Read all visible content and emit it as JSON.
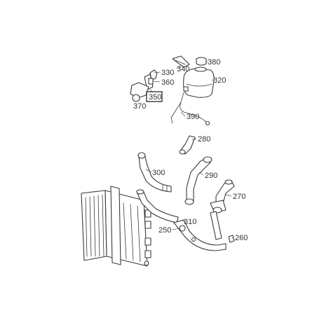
{
  "highlight_color": "#1a73c8",
  "highlighted_part": "350",
  "callouts": {
    "c380": "380",
    "c340": "340",
    "c330": "330",
    "c320": "320",
    "c360": "360",
    "c350": "350",
    "c370": "370",
    "c390": "390",
    "c280": "280",
    "c300": "300",
    "c290": "290",
    "c270": "270",
    "c310": "310",
    "c250": "250",
    "c260": "260"
  }
}
